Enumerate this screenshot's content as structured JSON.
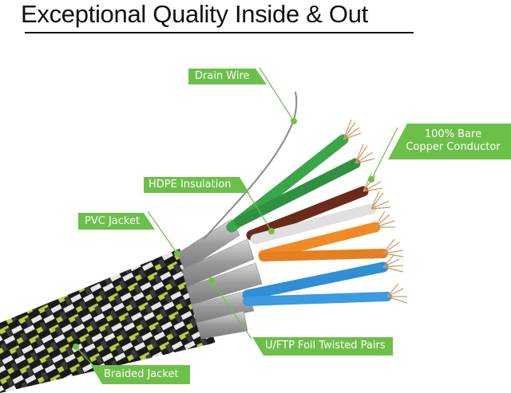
{
  "title": "Exceptional Quality Inside & Out",
  "accent_color": "#6cc04a",
  "labels": {
    "drain_wire": "Drain Wire",
    "copper_line1": "100% Bare",
    "copper_line2": "Copper Conductor",
    "hdpe": "HDPE Insulation",
    "pvc": "PVC Jacket",
    "uftp": "U/FTP Foil Twisted Pairs",
    "braided": "Braided Jacket"
  },
  "wire_colors": {
    "green": "#3aa64a",
    "brown": "#6b2a1a",
    "white": "#dcdcdc",
    "orange": "#f08a24",
    "blue": "#2f8fd6",
    "foil": "#a9a9a9",
    "braid_green": "#b5cf3a",
    "braid_black": "#1a1a1a",
    "braid_white": "#e6e6e6",
    "copper": "#c99a63"
  }
}
